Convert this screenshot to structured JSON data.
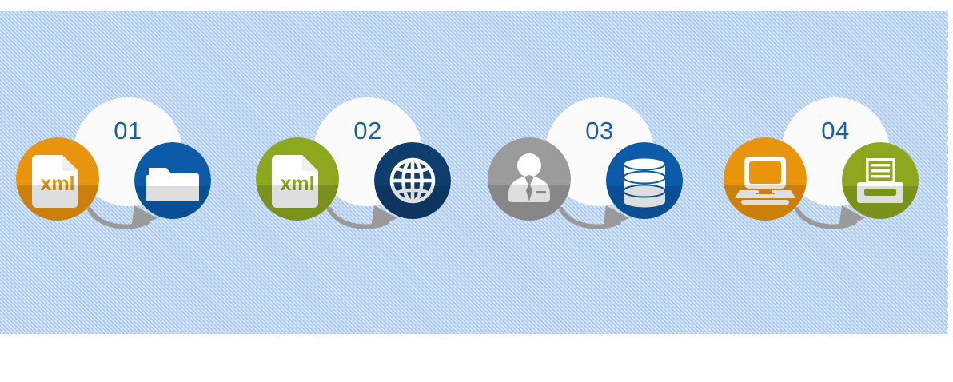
{
  "background": {
    "band_color": "#c3d9f2",
    "stripe_light": "#d7e6f8",
    "stripe_dark": "#a8c8ee",
    "page_color": "#ffffff"
  },
  "theme": {
    "number_color": "#1a5fa8",
    "arrow_color": "#9a9a9a",
    "halo_color": "#fbfbfb",
    "orange": "#e8940c",
    "orange_dark": "#d07e08",
    "olive": "#8da81f",
    "olive_dark": "#798f15",
    "navy": "#0f3d6e",
    "blue": "#0c5ba9",
    "blue_mid": "#1565ad",
    "gray": "#9b9b9b"
  },
  "steps": [
    {
      "number": "01",
      "source": {
        "icon": "xml-file-icon",
        "label": "xml",
        "color": "#e8940c",
        "text_color": "#e8940c"
      },
      "target": {
        "icon": "folder-icon",
        "color": "#0c5ba9"
      },
      "arrow": {
        "icon": "curved-arrow-right-icon",
        "color": "#9a9a9a"
      }
    },
    {
      "number": "02",
      "source": {
        "icon": "xml-file-icon",
        "label": "xml",
        "color": "#8da81f",
        "text_color": "#8da81f"
      },
      "target": {
        "icon": "globe-icon",
        "color": "#0f3d6e"
      },
      "arrow": {
        "icon": "curved-arrow-right-icon",
        "color": "#9a9a9a"
      }
    },
    {
      "number": "03",
      "source": {
        "icon": "business-person-icon",
        "label": "",
        "color": "#9b9b9b",
        "text_color": "#9b9b9b"
      },
      "target": {
        "icon": "database-icon",
        "color": "#0c5ba9"
      },
      "arrow": {
        "icon": "curved-arrow-right-icon",
        "color": "#9a9a9a"
      }
    },
    {
      "number": "04",
      "source": {
        "icon": "laptop-icon",
        "label": "",
        "color": "#e8940c",
        "text_color": "#e8940c"
      },
      "target": {
        "icon": "printer-icon",
        "color": "#8da81f"
      },
      "arrow": {
        "icon": "curved-arrow-right-icon",
        "color": "#9a9a9a"
      }
    }
  ]
}
